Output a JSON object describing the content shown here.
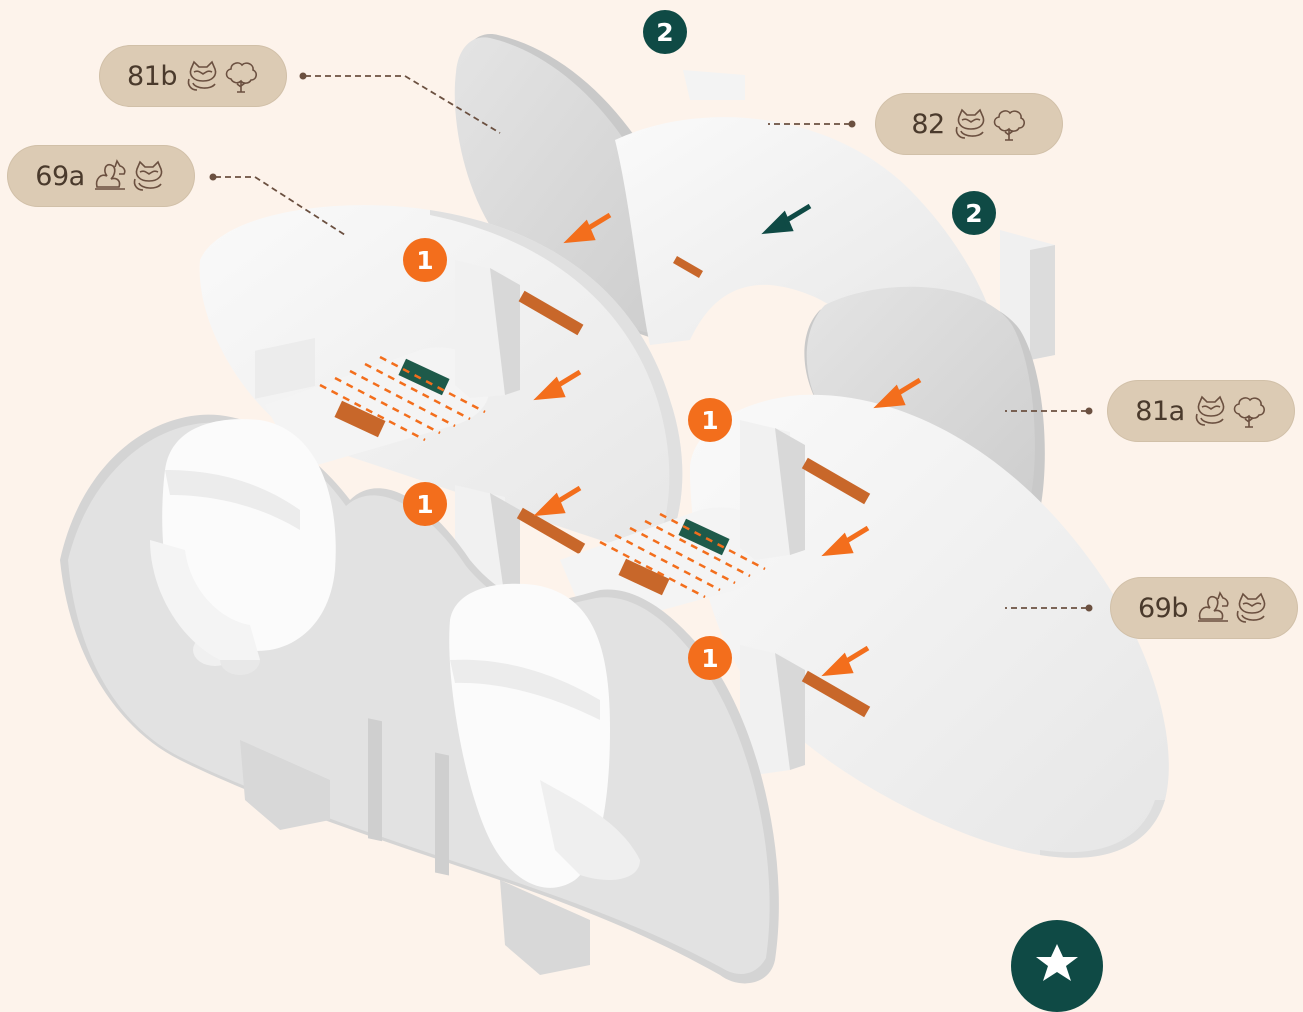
{
  "colors": {
    "background": "#fdf3eb",
    "tag_background": "#dccbb4",
    "tag_text": "#4a3a2c",
    "step1_badge": "#f36e1c",
    "step2_badge": "#0f4a45",
    "arrow_orange": "#f36e1c",
    "arrow_green": "#0f4a45",
    "slot_copper": "#c8672a",
    "slot_green": "#1e5a4a",
    "panel_light": "#f2f2f2",
    "panel_shaded": "#d9d9d9"
  },
  "parts": [
    {
      "id": "81b",
      "code": "81b",
      "icons": [
        "raccoon-icon",
        "tree-icon"
      ]
    },
    {
      "id": "69a",
      "code": "69a",
      "icons": [
        "squirrel-icon",
        "raccoon-icon"
      ]
    },
    {
      "id": "82",
      "code": "82",
      "icons": [
        "raccoon-icon",
        "tree-icon"
      ]
    },
    {
      "id": "81a",
      "code": "81a",
      "icons": [
        "raccoon-icon",
        "tree-icon"
      ]
    },
    {
      "id": "69b",
      "code": "69b",
      "icons": [
        "squirrel-icon",
        "raccoon-icon"
      ]
    }
  ],
  "steps": [
    {
      "number": "1",
      "color": "orange"
    },
    {
      "number": "1",
      "color": "orange"
    },
    {
      "number": "1",
      "color": "orange"
    },
    {
      "number": "1",
      "color": "orange"
    },
    {
      "number": "2",
      "color": "green"
    },
    {
      "number": "2",
      "color": "green"
    }
  ],
  "action_button": {
    "icon": "star-icon"
  }
}
